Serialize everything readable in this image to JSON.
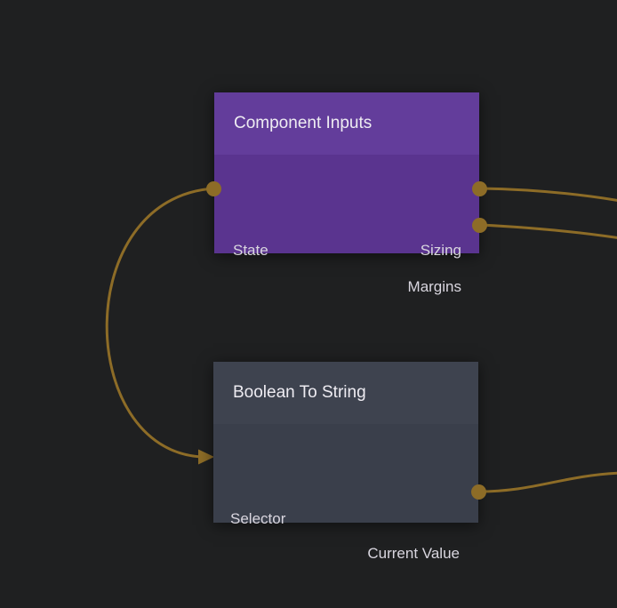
{
  "canvas": {
    "background_color": "#1f2021",
    "wire_color": "#8d6c27",
    "label_color": "#d9d6df",
    "title_color": "#eeecf2"
  },
  "nodes": [
    {
      "title": "Component Inputs",
      "header_color": "#633d9b",
      "body_color": "#5a348f",
      "inputs": [
        {
          "label": "State"
        }
      ],
      "outputs": [
        {
          "label": "Sizing"
        },
        {
          "label": "Margins"
        }
      ]
    },
    {
      "title": "Boolean To String",
      "header_color": "#3e434f",
      "body_color": "#3a3f4b",
      "inputs": [
        {
          "label": "Selector"
        }
      ],
      "outputs": [
        {
          "label": "Current Value"
        }
      ]
    }
  ],
  "connections": [
    {
      "from": "Component Inputs / State",
      "to": "Boolean To String / Selector",
      "end": "arrowhead"
    },
    {
      "from": "Component Inputs / Sizing",
      "to": "offscreen-right",
      "end": "none"
    },
    {
      "from": "Component Inputs / Margins",
      "to": "offscreen-right",
      "end": "none"
    },
    {
      "from": "Boolean To String / Current Value",
      "to": "offscreen-right",
      "end": "none"
    }
  ]
}
